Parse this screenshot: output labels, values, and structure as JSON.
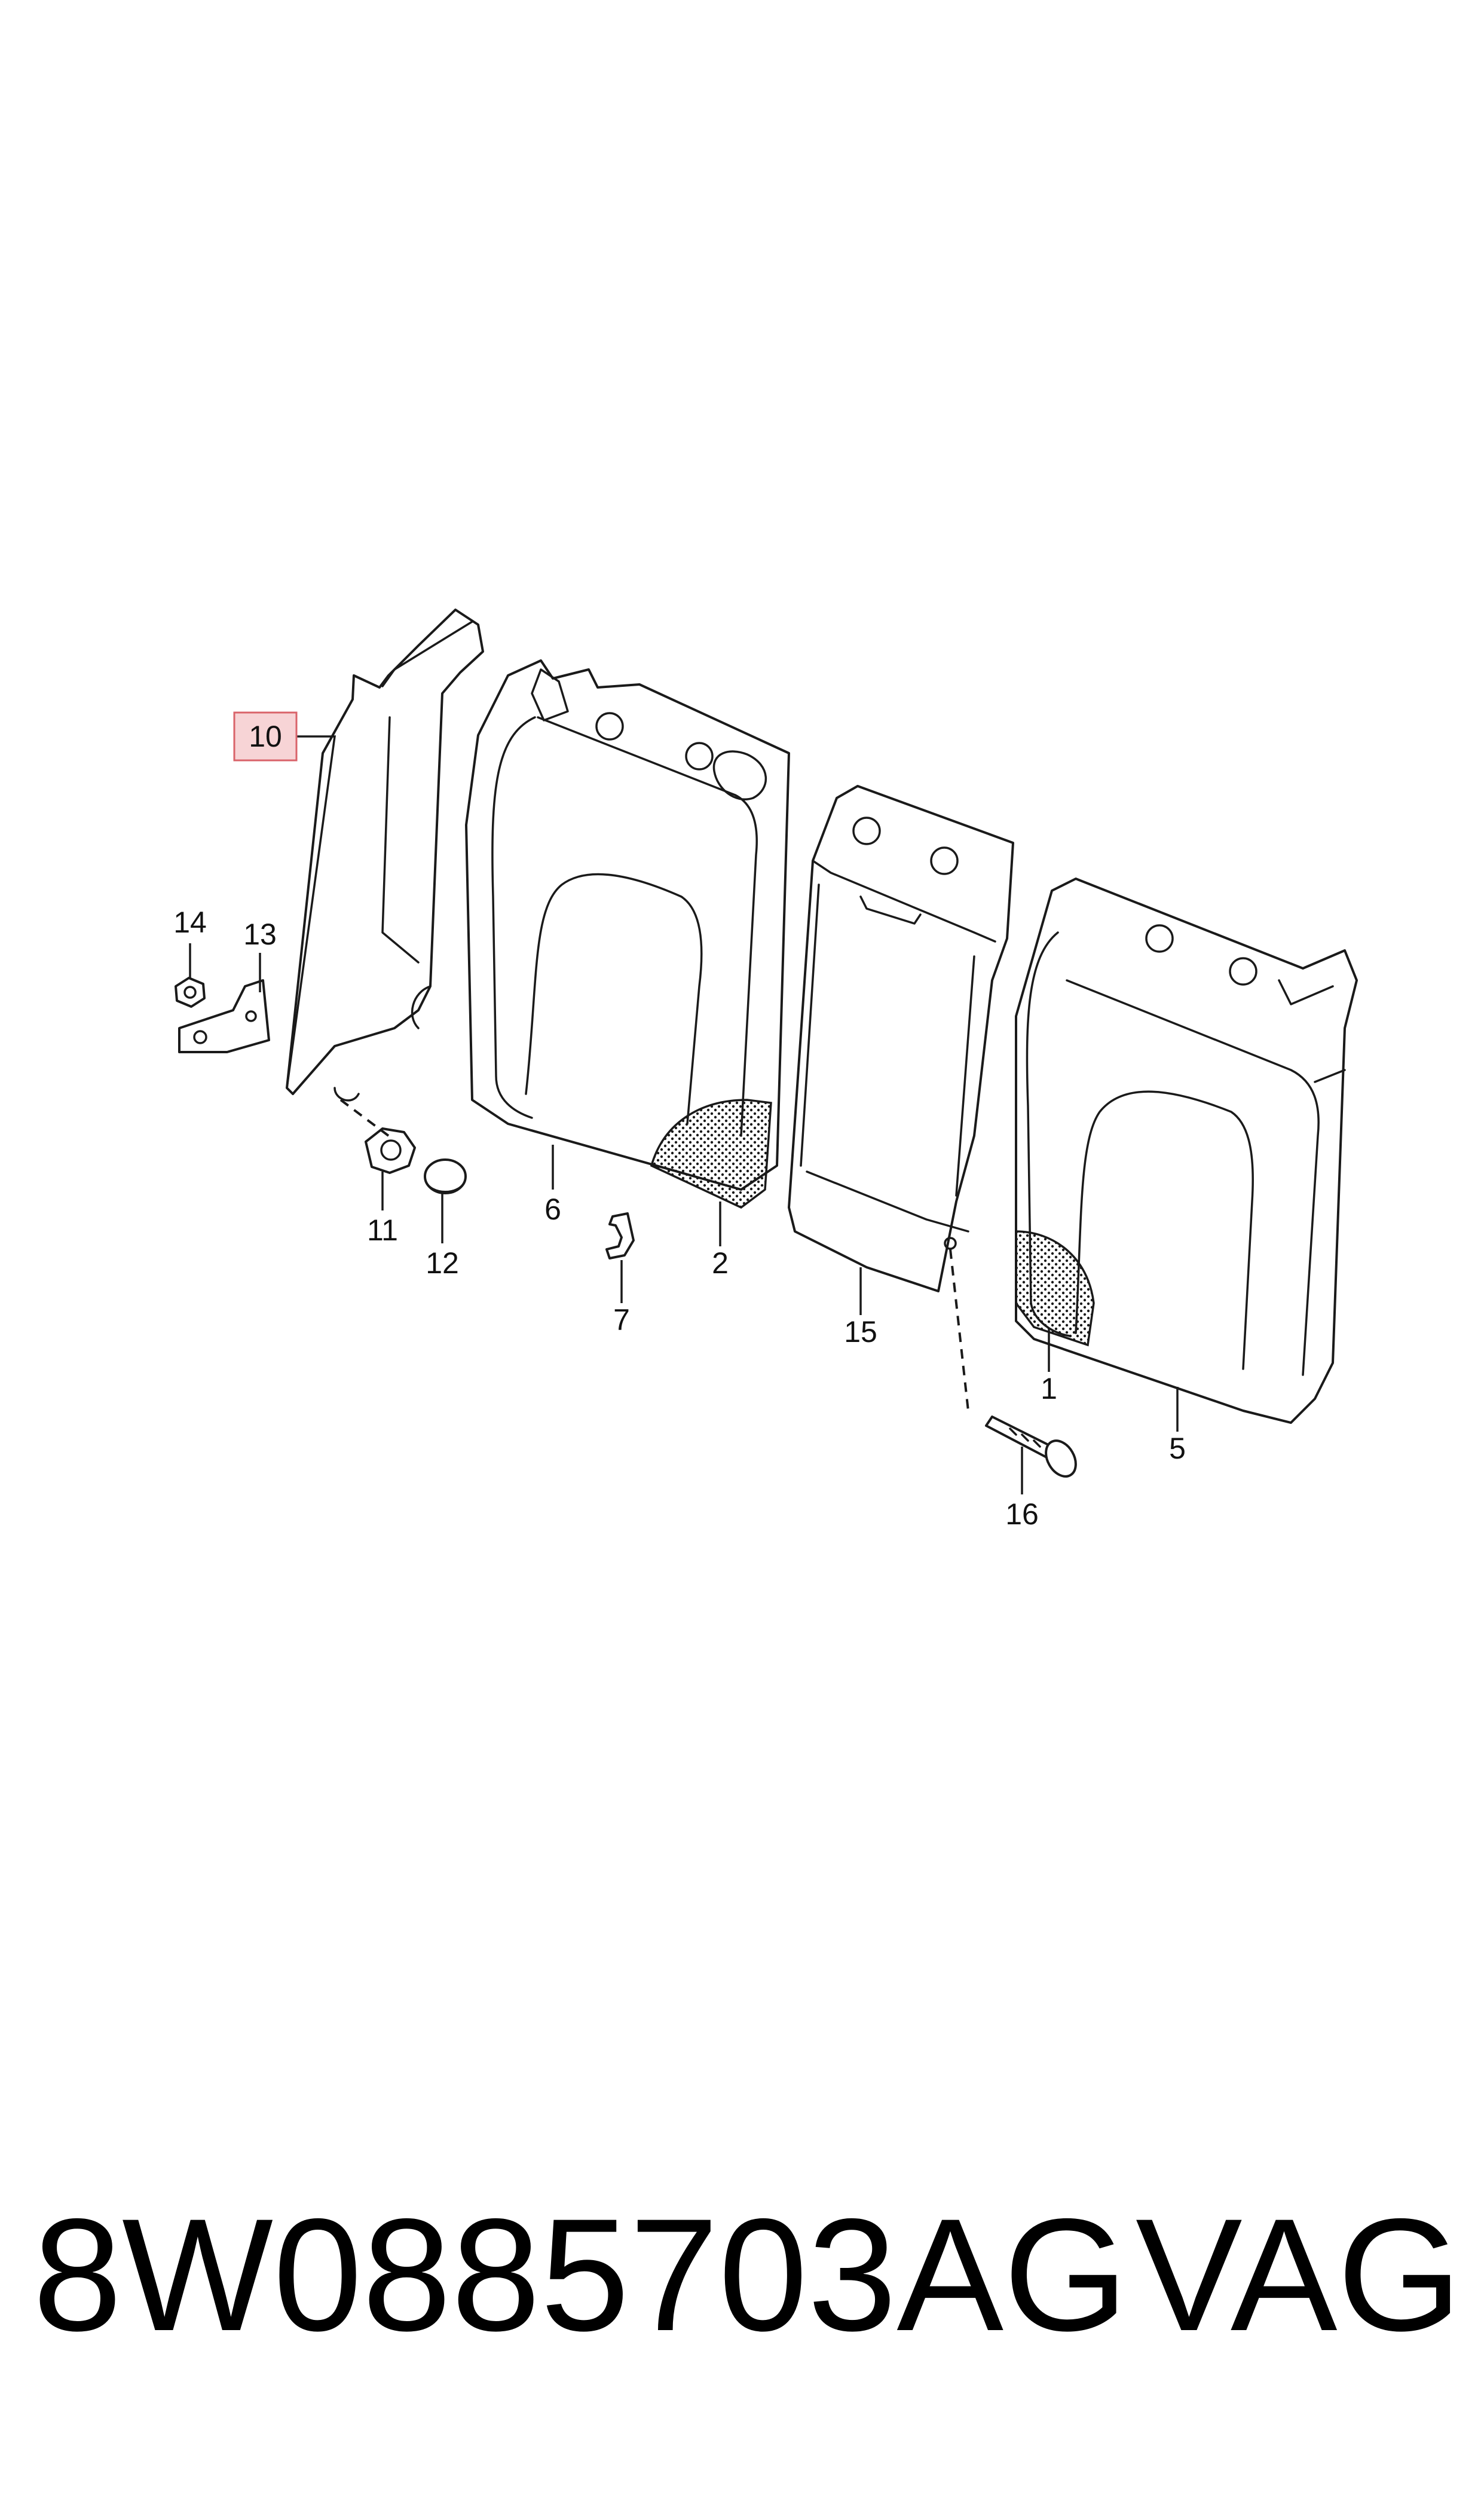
{
  "diagram": {
    "callouts": {
      "c1": "1",
      "c2": "2",
      "c5": "5",
      "c6": "6",
      "c7": "7",
      "c10": "10",
      "c11": "11",
      "c12": "12",
      "c13": "13",
      "c14": "14",
      "c15": "15",
      "c16": "16"
    },
    "highlighted_callout": "10",
    "highlight_color": "#f7d4d6",
    "highlight_border_color": "#d9636a"
  },
  "footer": {
    "part_number": "8W0885703AG",
    "brand": "VAG"
  }
}
